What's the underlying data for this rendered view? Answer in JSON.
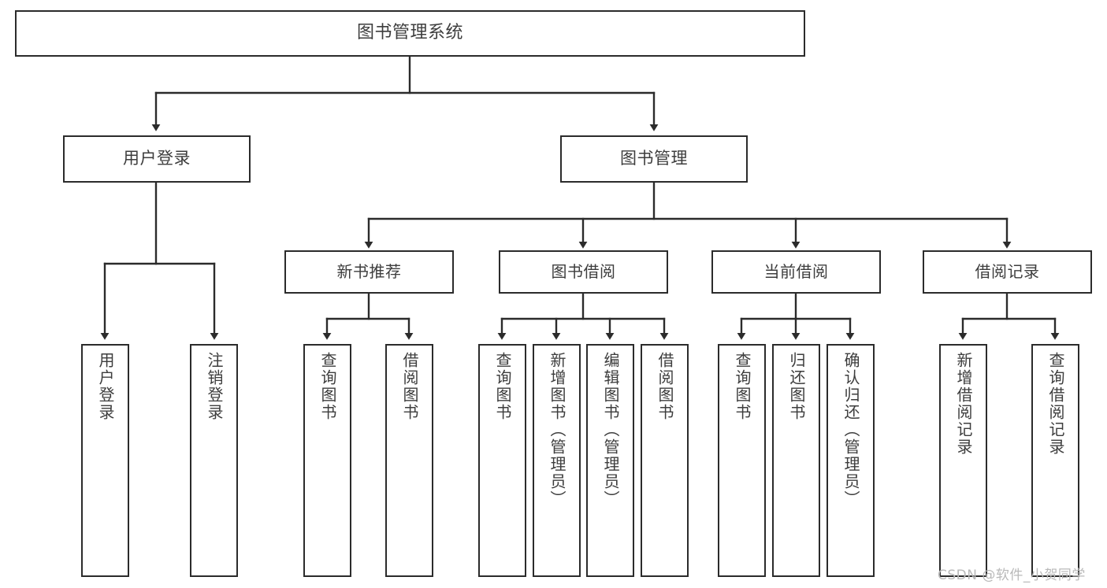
{
  "diagram": {
    "title": "图书管理系统",
    "type": "tree-hierarchy",
    "colors": {
      "stroke": "#2b2b2b",
      "text": "#3d3d3d",
      "background": "#ffffff",
      "watermark": "#b9b9b9"
    },
    "root": {
      "label": "图书管理系统"
    },
    "level2": [
      {
        "label": "用户登录"
      },
      {
        "label": "图书管理"
      }
    ],
    "level3": [
      {
        "label": "新书推荐"
      },
      {
        "label": "图书借阅"
      },
      {
        "label": "当前借阅"
      },
      {
        "label": "借阅记录"
      }
    ],
    "leaves": {
      "user_login": [
        {
          "label": "用户登录"
        },
        {
          "label": "注销登录"
        }
      ],
      "new_book": [
        {
          "label": "查询图书"
        },
        {
          "label": "借阅图书"
        }
      ],
      "book_borrow": [
        {
          "label": "查询图书"
        },
        {
          "label": "新增图书（管理员）"
        },
        {
          "label": "编辑图书（管理员）"
        },
        {
          "label": "借阅图书"
        }
      ],
      "current_borrow": [
        {
          "label": "查询图书"
        },
        {
          "label": "归还图书"
        },
        {
          "label": "确认归还（管理员）"
        }
      ],
      "borrow_record": [
        {
          "label": "新增借阅记录"
        },
        {
          "label": "查询借阅记录"
        }
      ]
    }
  },
  "watermark": {
    "text": "CSDN @软件_小贺同学"
  }
}
